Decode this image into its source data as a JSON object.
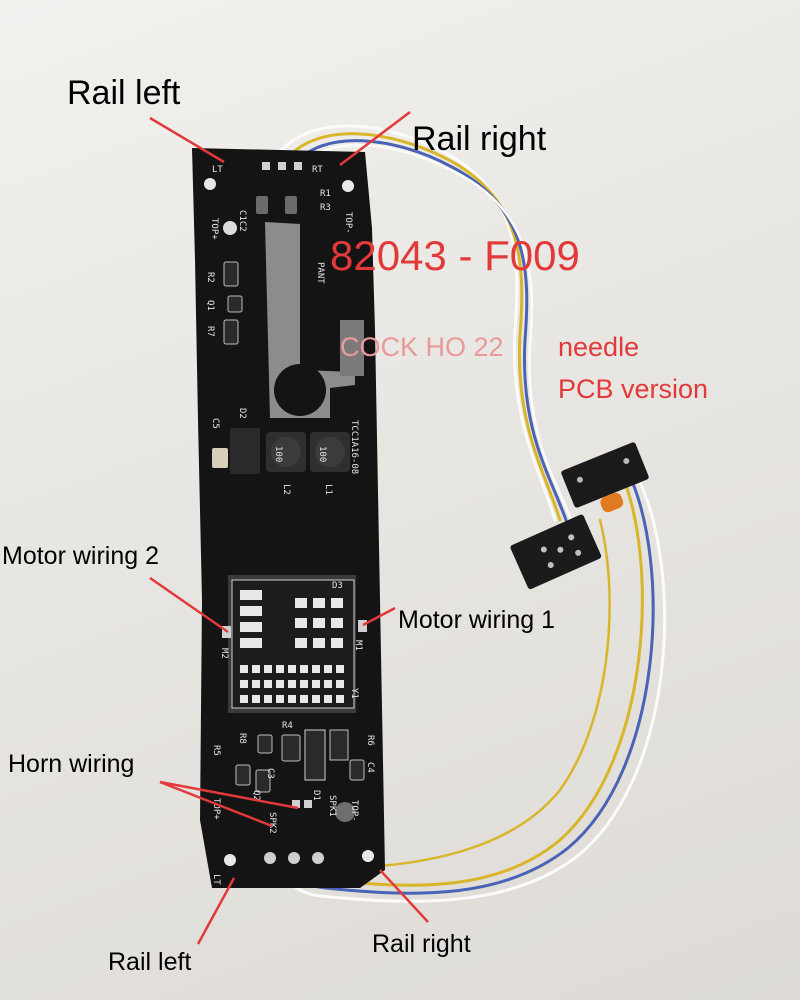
{
  "labels": {
    "rail_left_top": "Rail left",
    "rail_right_top": "Rail right",
    "motor_wiring_2": "Motor wiring 2",
    "motor_wiring_1": "Motor wiring 1",
    "horn_wiring": "Horn wiring",
    "rail_left_bottom": "Rail left",
    "rail_right_bottom": "Rail right"
  },
  "annotations": {
    "model_code": "82043 - F009",
    "product_line": "COCK HO 22",
    "needle": "needle",
    "pcb_version": "PCB version"
  },
  "silkscreen": {
    "lt": "LT",
    "rt": "RT",
    "r1": "R1",
    "r3": "R3",
    "c1c2": "C1C2",
    "top_plus": "TOP+",
    "top_minus": "TOP-",
    "pant": "PANT",
    "r2": "R2",
    "q1": "Q1",
    "r7": "R7",
    "d2": "D2",
    "c5": "C5",
    "board_id": "TCC1A16-08",
    "l2": "L2",
    "l1": "L1",
    "m2": "M2",
    "m1": "M1",
    "d3": "D3",
    "y1": "Y1",
    "r4": "R4",
    "r8": "R8",
    "r5": "R5",
    "r6": "R6",
    "c3": "C3",
    "c4": "C4",
    "q2": "Q2",
    "d1": "D1",
    "spk1": "SPK1",
    "spk2": "SPK2",
    "inductor_mark": "100"
  },
  "colors": {
    "annotation_red": "#e23a3a",
    "pcb": "#141414",
    "wire_yellow": "#d9b52a",
    "wire_blue": "#4a63b5",
    "wire_white": "#fbfbfb"
  }
}
